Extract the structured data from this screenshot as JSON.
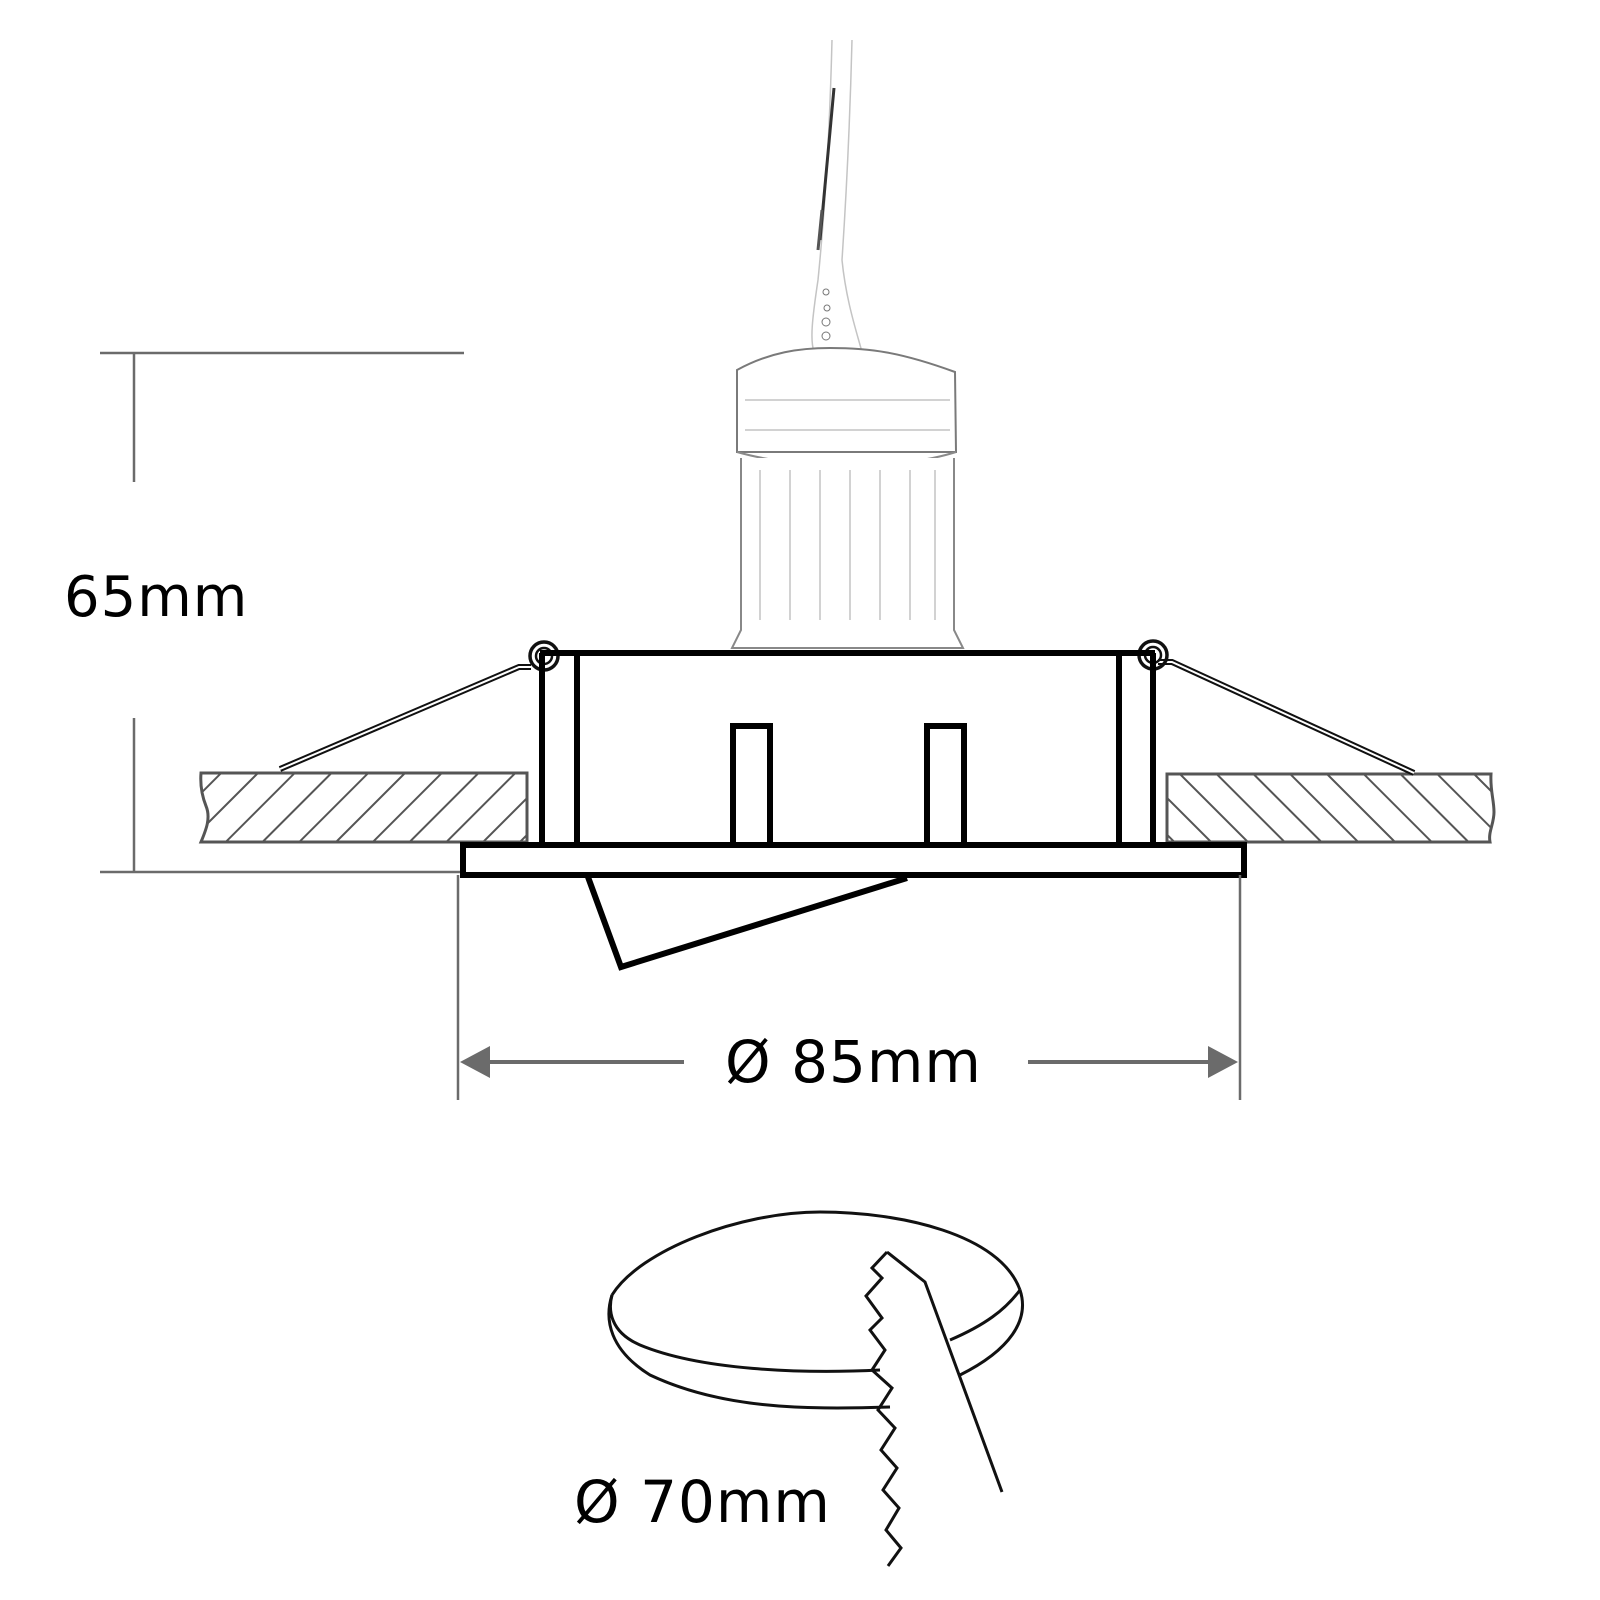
{
  "diagram": {
    "title": "Recessed downlight installation dimensions",
    "labels": {
      "height": "65mm",
      "outer_diameter": "Ø 85mm",
      "cutout_diameter": "Ø 70mm"
    },
    "parts": {
      "cable": "power-cable",
      "socket": "lamp-socket",
      "housing": "fixture-housing",
      "spring_clips": "spring-clips",
      "ceiling": "ceiling-board",
      "trim": "trim-ring",
      "tilted_lamp": "tilted-lamp",
      "cutout_disc": "ceiling-cutout-disc",
      "saw": "hole-saw-blade"
    },
    "colors": {
      "line": "#000000",
      "dimension_line": "#6b6b6b",
      "hatch": "#555555",
      "background": "#ffffff"
    }
  }
}
